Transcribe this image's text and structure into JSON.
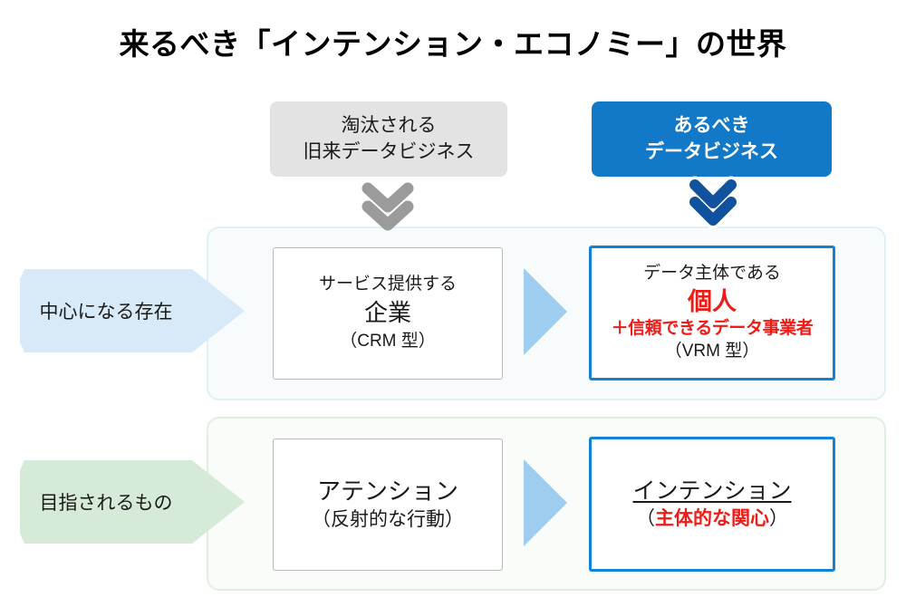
{
  "title": "来るべき「インテンション・エコノミー」の世界",
  "colors": {
    "accent_blue": "#1278c8",
    "border_blue": "#1281d6",
    "chevron_blue": "#10529e",
    "chevron_gray": "#9b9b9b",
    "red": "#ee1b16",
    "panel_blue_bg": "#f7fbfc",
    "panel_green_bg": "#f9fcf8",
    "label_blue_bg": "#d8eaf7",
    "label_green_bg": "#d5ebd8",
    "arrow_blue": "#9fcdef",
    "header_gray_bg": "#e3e3e3"
  },
  "columns": {
    "left": {
      "header_line1": "淘汰される",
      "header_line2": "旧来データビジネス",
      "chevron_name": "double-chevron-down-gray"
    },
    "right": {
      "header_line1": "あるべき",
      "header_line2": "データビジネス",
      "chevron_name": "double-chevron-down-blue"
    }
  },
  "rows": [
    {
      "category_label": "中心になる存在",
      "left_box": {
        "line1": "サービス提供する",
        "line2": "企業",
        "line3": "（CRM 型）"
      },
      "transition_arrow": "arrow-right-triangle",
      "right_box": {
        "line1": "データ主体である",
        "line2": "個人",
        "line3": "＋信頼できるデータ事業者",
        "line4": "（VRM 型）"
      }
    },
    {
      "category_label": "目指されるもの",
      "left_box": {
        "line1": "アテンション",
        "line2": "（反射的な行動）"
      },
      "transition_arrow": "arrow-right-triangle",
      "right_box": {
        "line1": "インテンション",
        "line2_open": "（",
        "line2_emphasis": "主体的な関心",
        "line2_close": "）"
      }
    }
  ]
}
